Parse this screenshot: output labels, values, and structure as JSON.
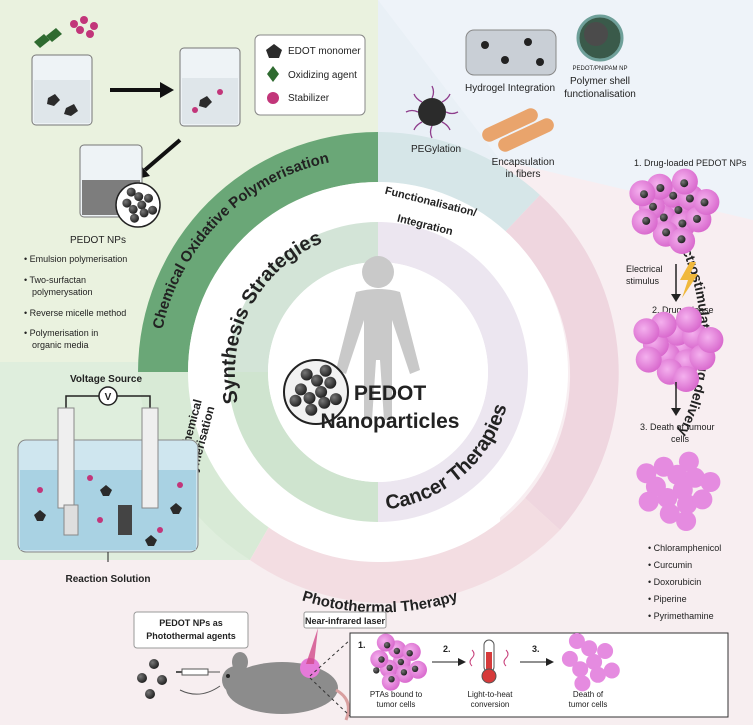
{
  "center": {
    "title_line1": "PEDOT",
    "title_line2": "Nanoparticles"
  },
  "rings": {
    "synthesis": "Synthesis Strategies",
    "cancer": "Cancer Therapies",
    "chemical": "Chemical Oxidative Polymerisation",
    "electrochem_line1": "Electrochemical",
    "electrochem_line2": "polymerisation",
    "functionalisation_line1": "Functionalisation/",
    "functionalisation_line2": "Integration",
    "electrostim": "Electrostimulated drug delivery",
    "photothermal": "Photothermal Therapy"
  },
  "chemical_panel": {
    "legend": [
      "EDOT monomer",
      "Oxidizing agent",
      "Stabilizer"
    ],
    "np_label": "PEDOT NPs",
    "methods": [
      "Emulsion polymerisation",
      "Two-surfactan",
      "polymerysation",
      "Reverse micelle method",
      "Polymerisation in",
      "organic media"
    ]
  },
  "electrochem_panel": {
    "voltage_source": "Voltage Source",
    "v_symbol": "V",
    "reaction_solution": "Reaction Solution"
  },
  "functionalisation_panel": {
    "hydrogel": "Hydrogel Integration",
    "np_tag": "PEDOT/PNIPAM NP",
    "polymer_shell_1": "Polymer shell",
    "polymer_shell_2": "functionalisation",
    "pegylation": "PEGylation",
    "encapsulation_1": "Encapsulation",
    "encapsulation_2": "in fibers"
  },
  "drug_panel": {
    "step1": "1. Drug-loaded PEDOT NPs",
    "stimulus_1": "Electrical",
    "stimulus_2": "stimulus",
    "step2": "2. Drug release",
    "step3_1": "3. Death of tumour",
    "step3_2": "cells",
    "drugs": [
      "Chloramphenicol",
      "Curcumin",
      "Doxorubicin",
      "Piperine",
      "Pyrimethamine"
    ]
  },
  "photo_panel": {
    "agents_1": "PEDOT NPs as",
    "agents_2": "Photothermal agents",
    "laser": "Near-infrared laser",
    "s1": "1.",
    "s2": "2.",
    "s3": "3.",
    "c1_1": "PTAs bound to",
    "c1_2": "tumor cells",
    "c2_1": "Light-to-heat",
    "c2_2": "conversion",
    "c3_1": "Death of",
    "c3_2": "tumor cells"
  },
  "colors": {
    "green_band": "#5f9e6c",
    "lavender_band": "#ece6f0",
    "pink_band": "#f1d7dc",
    "nanoparticle": "#2b2b2b",
    "cell_pink": "#e57ad8"
  }
}
